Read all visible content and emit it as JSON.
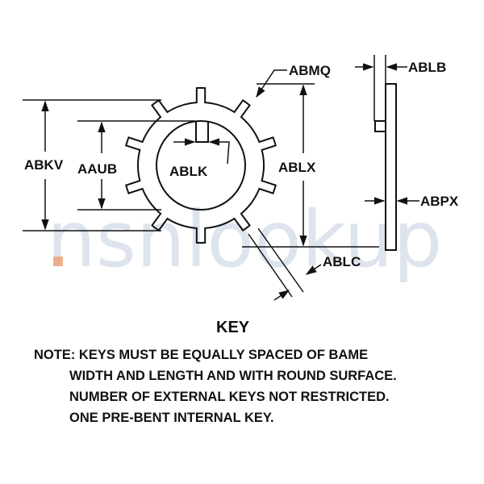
{
  "labels": {
    "abmq": "ABMQ",
    "ablb": "ABLB",
    "abkv": "ABKV",
    "aaub": "AAUB",
    "ablk": "ABLK",
    "ablx": "ABLX",
    "abpx": "ABPX",
    "ablc": "ABLC"
  },
  "title": "KEY",
  "notes": [
    "NOTE: KEYS MUST BE EQUALLY SPACED OF BAME",
    "WIDTH AND LENGTH AND WITH ROUND SURFACE.",
    "NUMBER OF EXTERNAL KEYS NOT RESTRICTED.",
    "ONE PRE-BENT INTERNAL KEY."
  ],
  "watermark": "nsnlookup",
  "colors": {
    "ink": "#111111",
    "watermark": "#c3cfe0",
    "watermark_dot": "#f0a070"
  }
}
